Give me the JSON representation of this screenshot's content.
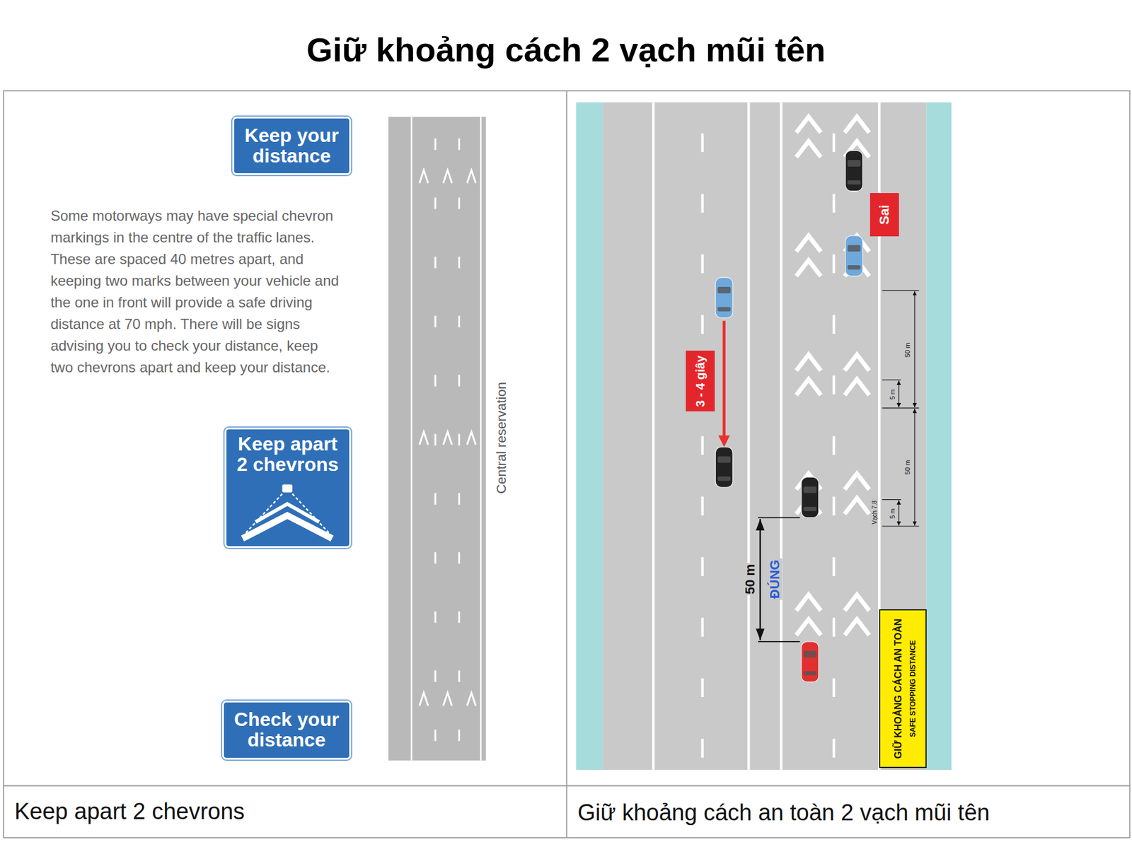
{
  "diagram": {
    "title": "Giữ khoảng cách 2 vạch mũi tên",
    "nodes": [
      {
        "text": [
          "Keep your distance"
        ]
      },
      {
        "text": [
          "Keep apart 2 chevrons"
        ]
      },
      {
        "text": [
          "Check your distance"
        ]
      },
      {
        "text": [
          "Sai"
        ]
      },
      {
        "text": [
          "3 - 4 giây"
        ]
      },
      {
        "text": [
          "GIỮ KHOẢNG CÁCH AN TOÀN",
          "SAFE STOPPING DISTANCE"
        ]
      }
    ],
    "labels": [
      "Some motorways may have special chevron markings in the centre of the traffic lanes. These are spaced 40 metres apart, and keeping two marks between your vehicle and the one in front will provide a safe driving distance at 70 mph. There will be signs advising you to check your distance, keep two chevrons apart and keep your distance.",
      "Central reservation",
      "50 m",
      "5 m",
      "50 m",
      "5 m",
      "Vạch 7.8",
      "50 m",
      "ĐÚNG",
      "Keep apart 2 chevrons",
      "Giữ khoảng cách an toàn 2 vạch mũi tên"
    ]
  }
}
